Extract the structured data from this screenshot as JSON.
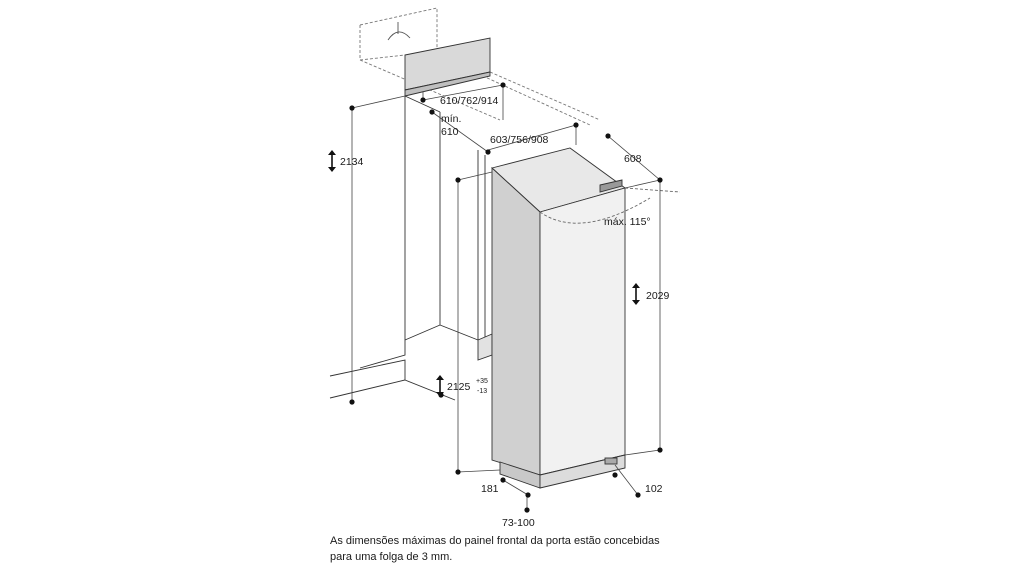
{
  "dimensions": {
    "niche_height": "2134",
    "niche_width": "610/762/914",
    "min_label": "mín.",
    "min_depth": "610",
    "appliance_width": "603/756/908",
    "appliance_depth": "608",
    "door_angle": "máx. 115°",
    "appliance_height": "2029",
    "door_height": "2125",
    "door_height_plus": "+35",
    "door_height_minus": "-13",
    "plinth_left": "181",
    "plinth_right": "102",
    "plinth_bottom": "73-100"
  },
  "caption": {
    "line1": "As dimensões máximas do painel frontal da porta estão concebidas",
    "line2": "para uma folga de 3 mm."
  }
}
